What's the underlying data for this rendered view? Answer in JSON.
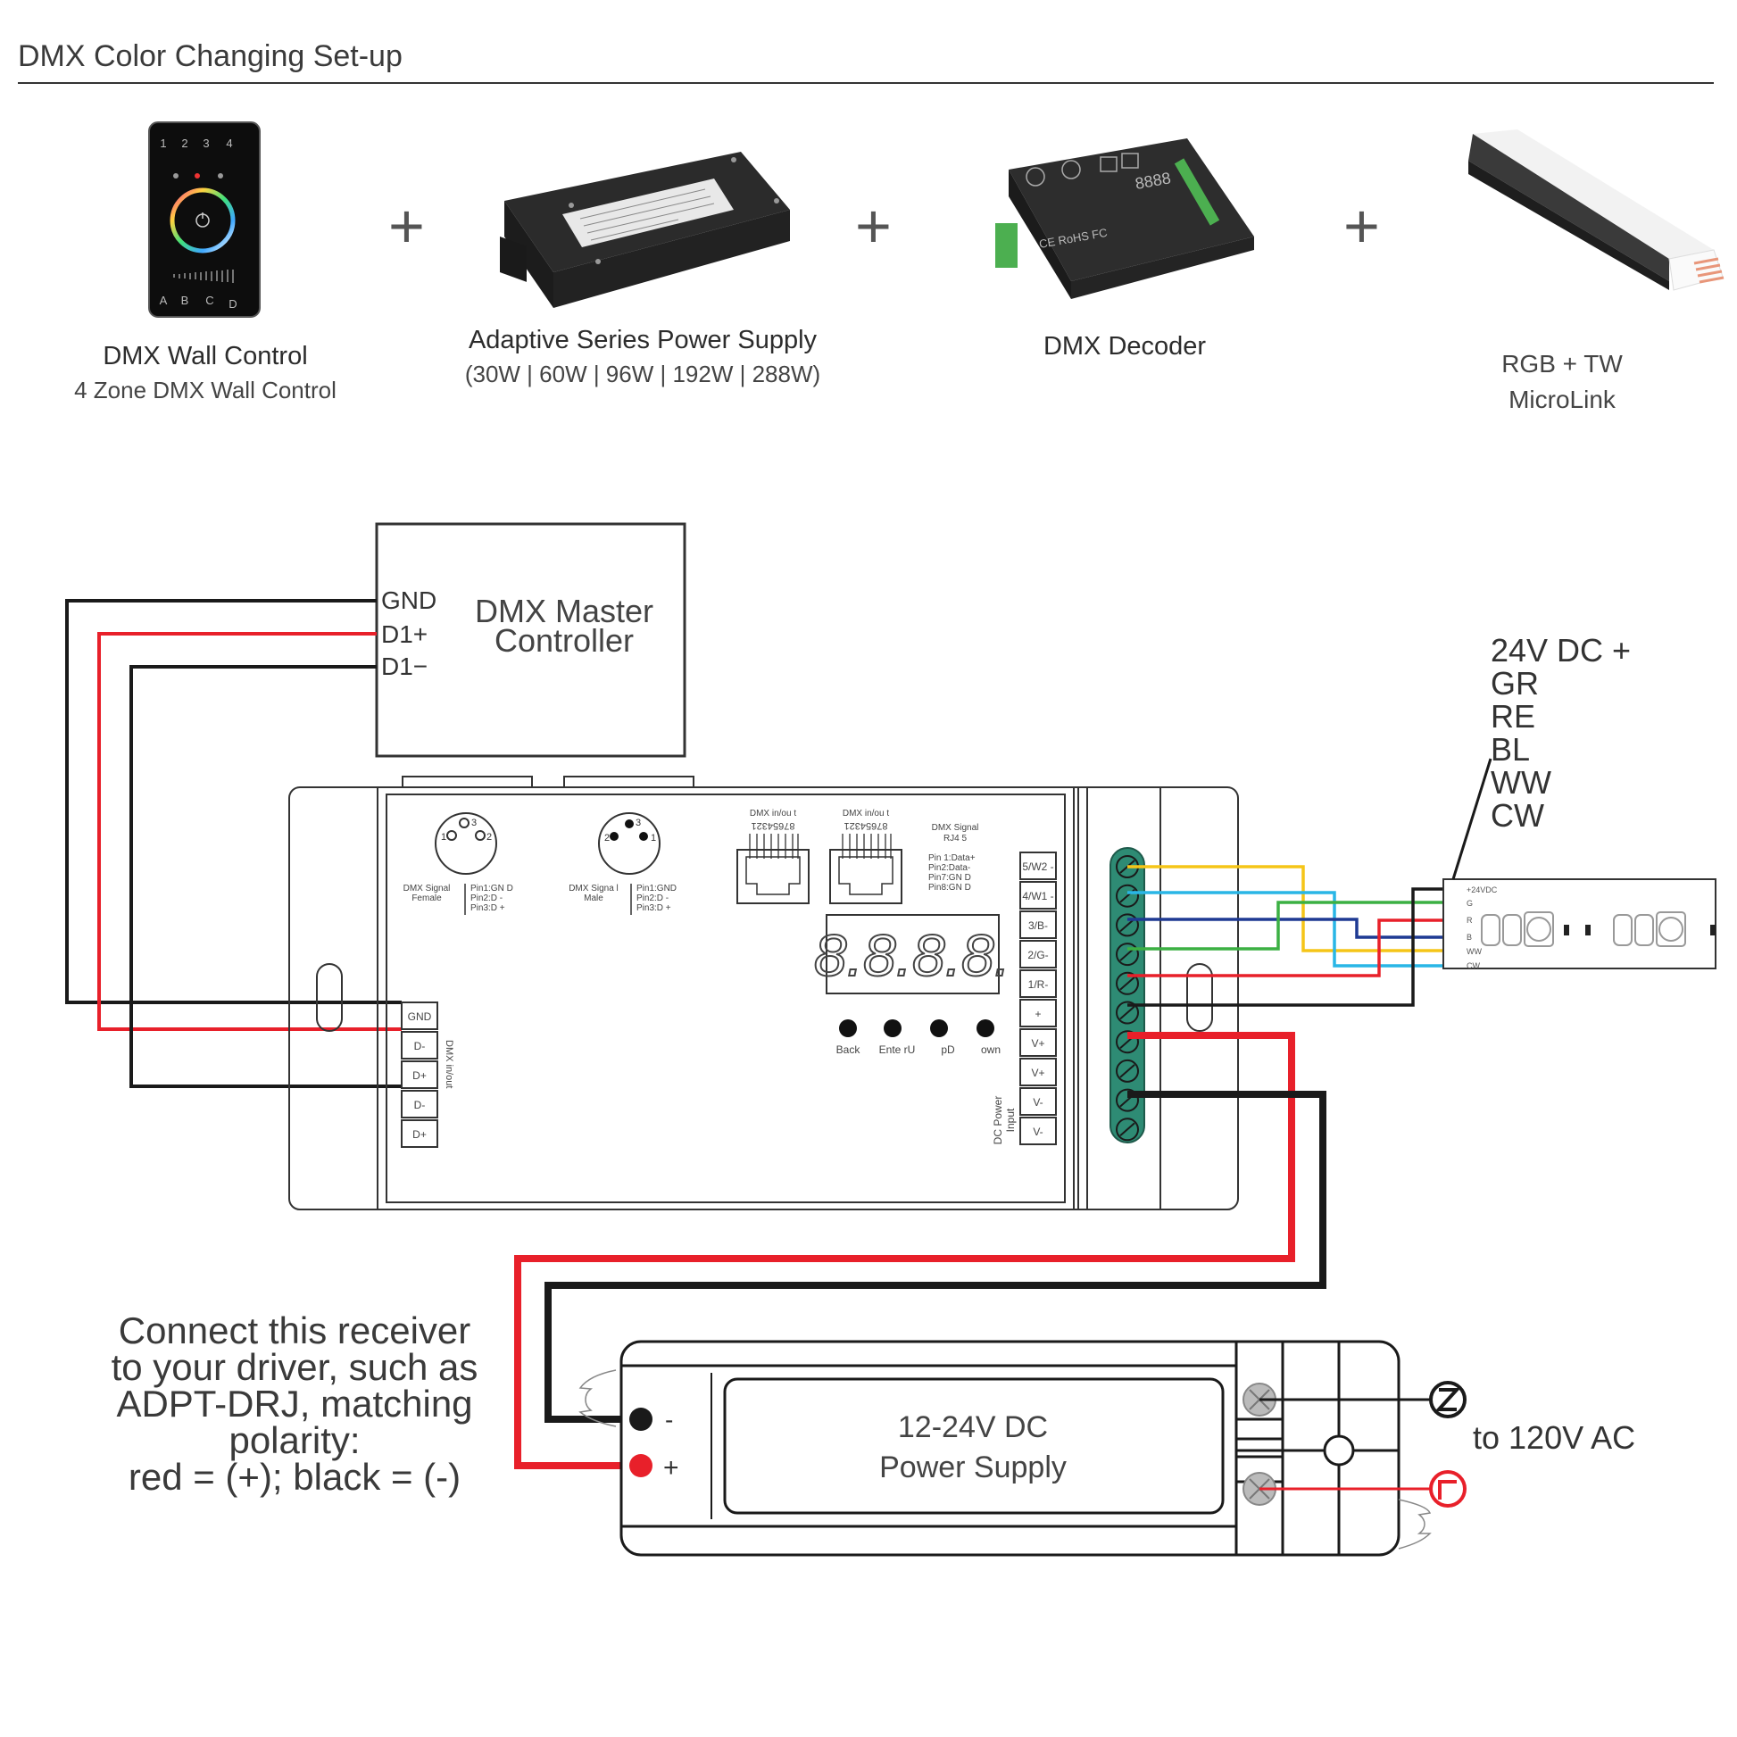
{
  "header": {
    "title": "DMX Color Changing Set-up"
  },
  "products": [
    {
      "name": "DMX Wall Control",
      "subtitle": "4 Zone DMX Wall Control",
      "icon": "wall-touch-panel-icon"
    },
    {
      "name": "Adaptive Series Power Supply",
      "subtitle": "(30W | 60W | 96W | 192W | 288W)",
      "icon": "power-supply-icon"
    },
    {
      "name": "DMX Decoder",
      "subtitle": "",
      "icon": "dmx-decoder-icon"
    },
    {
      "name": "RGB + TW",
      "subtitle": "MicroLink",
      "icon": "led-channel-icon"
    }
  ],
  "plus_symbol": "+",
  "wall_panel": {
    "zones": [
      "1",
      "2",
      "3",
      "4"
    ],
    "scenes": [
      "A",
      "B",
      "C",
      "D"
    ]
  },
  "master_controller": {
    "title_line1": "DMX Master",
    "title_line2": "Controller",
    "terminals": [
      "GND",
      "D1+",
      "D1−"
    ]
  },
  "decoder": {
    "xlr_female": {
      "pins": [
        "1",
        "3",
        "2"
      ],
      "label_line1": "DMX Signal",
      "label_line2": "Female",
      "pinout": [
        "Pin1:GN D",
        "Pin2:D -",
        "Pin3:D +"
      ]
    },
    "xlr_male": {
      "pins": [
        "2",
        "3",
        "1"
      ],
      "label_line1": "DMX Signa l",
      "label_line2": "Male",
      "pinout": [
        "Pin1:GND",
        "Pin2:D -",
        "Pin3:D +"
      ]
    },
    "rj45_ports": [
      {
        "label": "DMX in/ou t",
        "pin_numbers": "87654321"
      },
      {
        "label": "DMX in/ou t",
        "pin_numbers": "87654321"
      }
    ],
    "rj45_info": {
      "title_line1": "DMX Signal",
      "title_line2": "RJ4 5",
      "pinout": [
        "Pin 1:Data+",
        "Pin2:Data-",
        "Pin7:GN D",
        "Pin8:GN D"
      ]
    },
    "display": "8.8.8.8.",
    "buttons": [
      "Back",
      "Ente rU",
      "pD",
      "own"
    ],
    "dmx_terminals": [
      "GND",
      "D-",
      "D+",
      "D-",
      "D+"
    ],
    "dmx_terminals_label": "DMX in/out",
    "output_terminals": [
      "5/W2 -",
      "4/W1 -",
      "3/B-",
      "2/G-",
      "1/R-",
      "+",
      "V+",
      "V+",
      "V-",
      "V-"
    ],
    "power_label_line1": "DC Power",
    "power_label_line2": "Input"
  },
  "strip": {
    "wire_labels": [
      "24V DC +",
      "GR",
      "RE",
      "BL",
      "WW",
      "CW"
    ],
    "pads": [
      "+24VDC",
      "G",
      "R",
      "B",
      "WW",
      "CW"
    ]
  },
  "wire_colors": {
    "yellow": "#f5c518",
    "cyan": "#29b6e6",
    "blue": "#1f3a93",
    "green": "#3cb043",
    "red": "#e8202a",
    "black": "#1a1a1a",
    "terminal_green": "#2e8b74"
  },
  "power_supply": {
    "title_line1": "12-24V DC",
    "title_line2": "Power Supply",
    "neg_label": "-",
    "pos_label": "+",
    "neutral_symbol": "N",
    "line_symbol": "L",
    "ac_label": "to 120V AC"
  },
  "note": {
    "lines": [
      "Connect this receiver",
      "to your driver, such as",
      "ADPT-DRJ, matching",
      "polarity:",
      "red = (+); black = (-)"
    ]
  }
}
